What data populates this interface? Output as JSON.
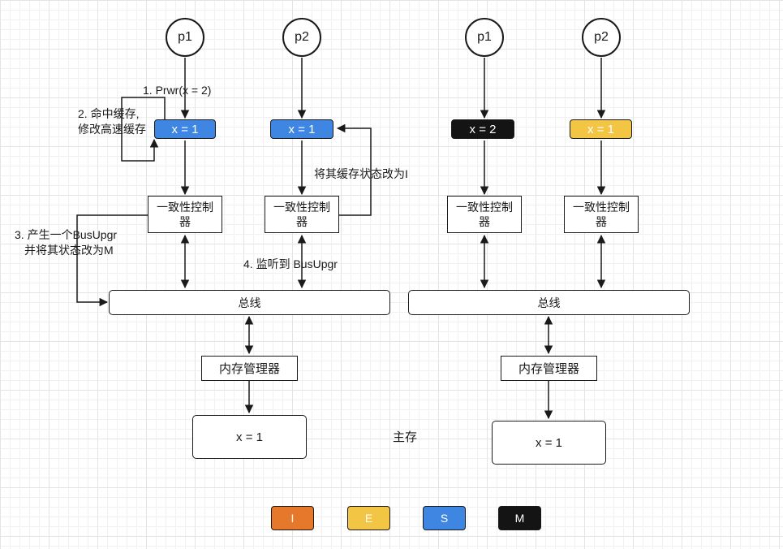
{
  "left": {
    "p1": "p1",
    "p2": "p2",
    "p1_cache": "x = 1",
    "p2_cache": "x = 1",
    "ctrl1": "一致性控制器",
    "ctrl2": "一致性控制器",
    "bus": "总线",
    "mmu": "内存管理器",
    "memory": "x = 1",
    "steps": {
      "step1": "1. Prwr(x = 2)",
      "step2_line1": "2. 命中缓存,",
      "step2_line2": "修改高速缓存",
      "step3_line1": "3. 产生一个BusUpgr",
      "step3_line2": "并将其状态改为M",
      "step4": "4. 监听到 BusUpgr",
      "invalidate": "将其缓存状态改为I"
    }
  },
  "right": {
    "p1": "p1",
    "p2": "p2",
    "p1_cache": "x = 2",
    "p2_cache": "x = 1",
    "ctrl1": "一致性控制器",
    "ctrl2": "一致性控制器",
    "bus": "总线",
    "mmu": "内存管理器",
    "memory": "x = 1"
  },
  "main_memory_label": "主存",
  "legend": [
    {
      "label": "I",
      "color": "#e5782b"
    },
    {
      "label": "E",
      "color": "#f3c544"
    },
    {
      "label": "S",
      "color": "#3f86e3"
    },
    {
      "label": "M",
      "color": "#141414"
    }
  ],
  "colors": {
    "shared": "#3f86e3",
    "modified": "#141414",
    "exclusive": "#f3c544",
    "invalid": "#e5782b"
  }
}
